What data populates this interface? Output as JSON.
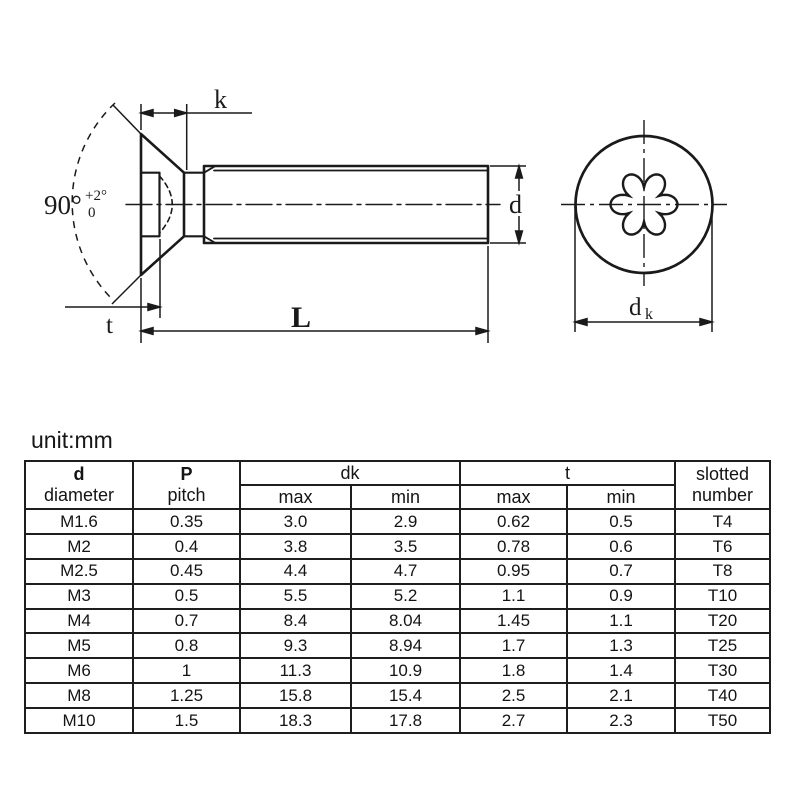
{
  "unit_label": "unit:mm",
  "colors": {
    "ink": "#1a1a1a",
    "background": "#ffffff"
  },
  "drawing": {
    "side_view_labels": {
      "head_height": "k",
      "length": "L",
      "shank_diameter": "d",
      "recess_depth": "t",
      "angle_base": "90°",
      "angle_upper_tol": "+2°",
      "angle_lower_tol": "0"
    },
    "head_view_labels": {
      "head_diameter_base": "d",
      "head_diameter_sub": "k"
    }
  },
  "table": {
    "headers": {
      "col_d_line1": "d",
      "col_d_line2": "diameter",
      "col_p_line1": "P",
      "col_p_line2": "pitch",
      "group_dk": "dk",
      "group_t": "t",
      "dk_max": "max",
      "dk_min": "min",
      "t_max": "max",
      "t_min": "min",
      "slotted_line1": "slotted",
      "slotted_line2": "number"
    },
    "rows": [
      [
        "M1.6",
        "0.35",
        "3.0",
        "2.9",
        "0.62",
        "0.5",
        "T4"
      ],
      [
        "M2",
        "0.4",
        "3.8",
        "3.5",
        "0.78",
        "0.6",
        "T6"
      ],
      [
        "M2.5",
        "0.45",
        "4.4",
        "4.7",
        "0.95",
        "0.7",
        "T8"
      ],
      [
        "M3",
        "0.5",
        "5.5",
        "5.2",
        "1.1",
        "0.9",
        "T10"
      ],
      [
        "M4",
        "0.7",
        "8.4",
        "8.04",
        "1.45",
        "1.1",
        "T20"
      ],
      [
        "M5",
        "0.8",
        "9.3",
        "8.94",
        "1.7",
        "1.3",
        "T25"
      ],
      [
        "M6",
        "1",
        "11.3",
        "10.9",
        "1.8",
        "1.4",
        "T30"
      ],
      [
        "M8",
        "1.25",
        "15.8",
        "15.4",
        "2.5",
        "2.1",
        "T40"
      ],
      [
        "M10",
        "1.5",
        "18.3",
        "17.8",
        "2.7",
        "2.3",
        "T50"
      ]
    ]
  }
}
